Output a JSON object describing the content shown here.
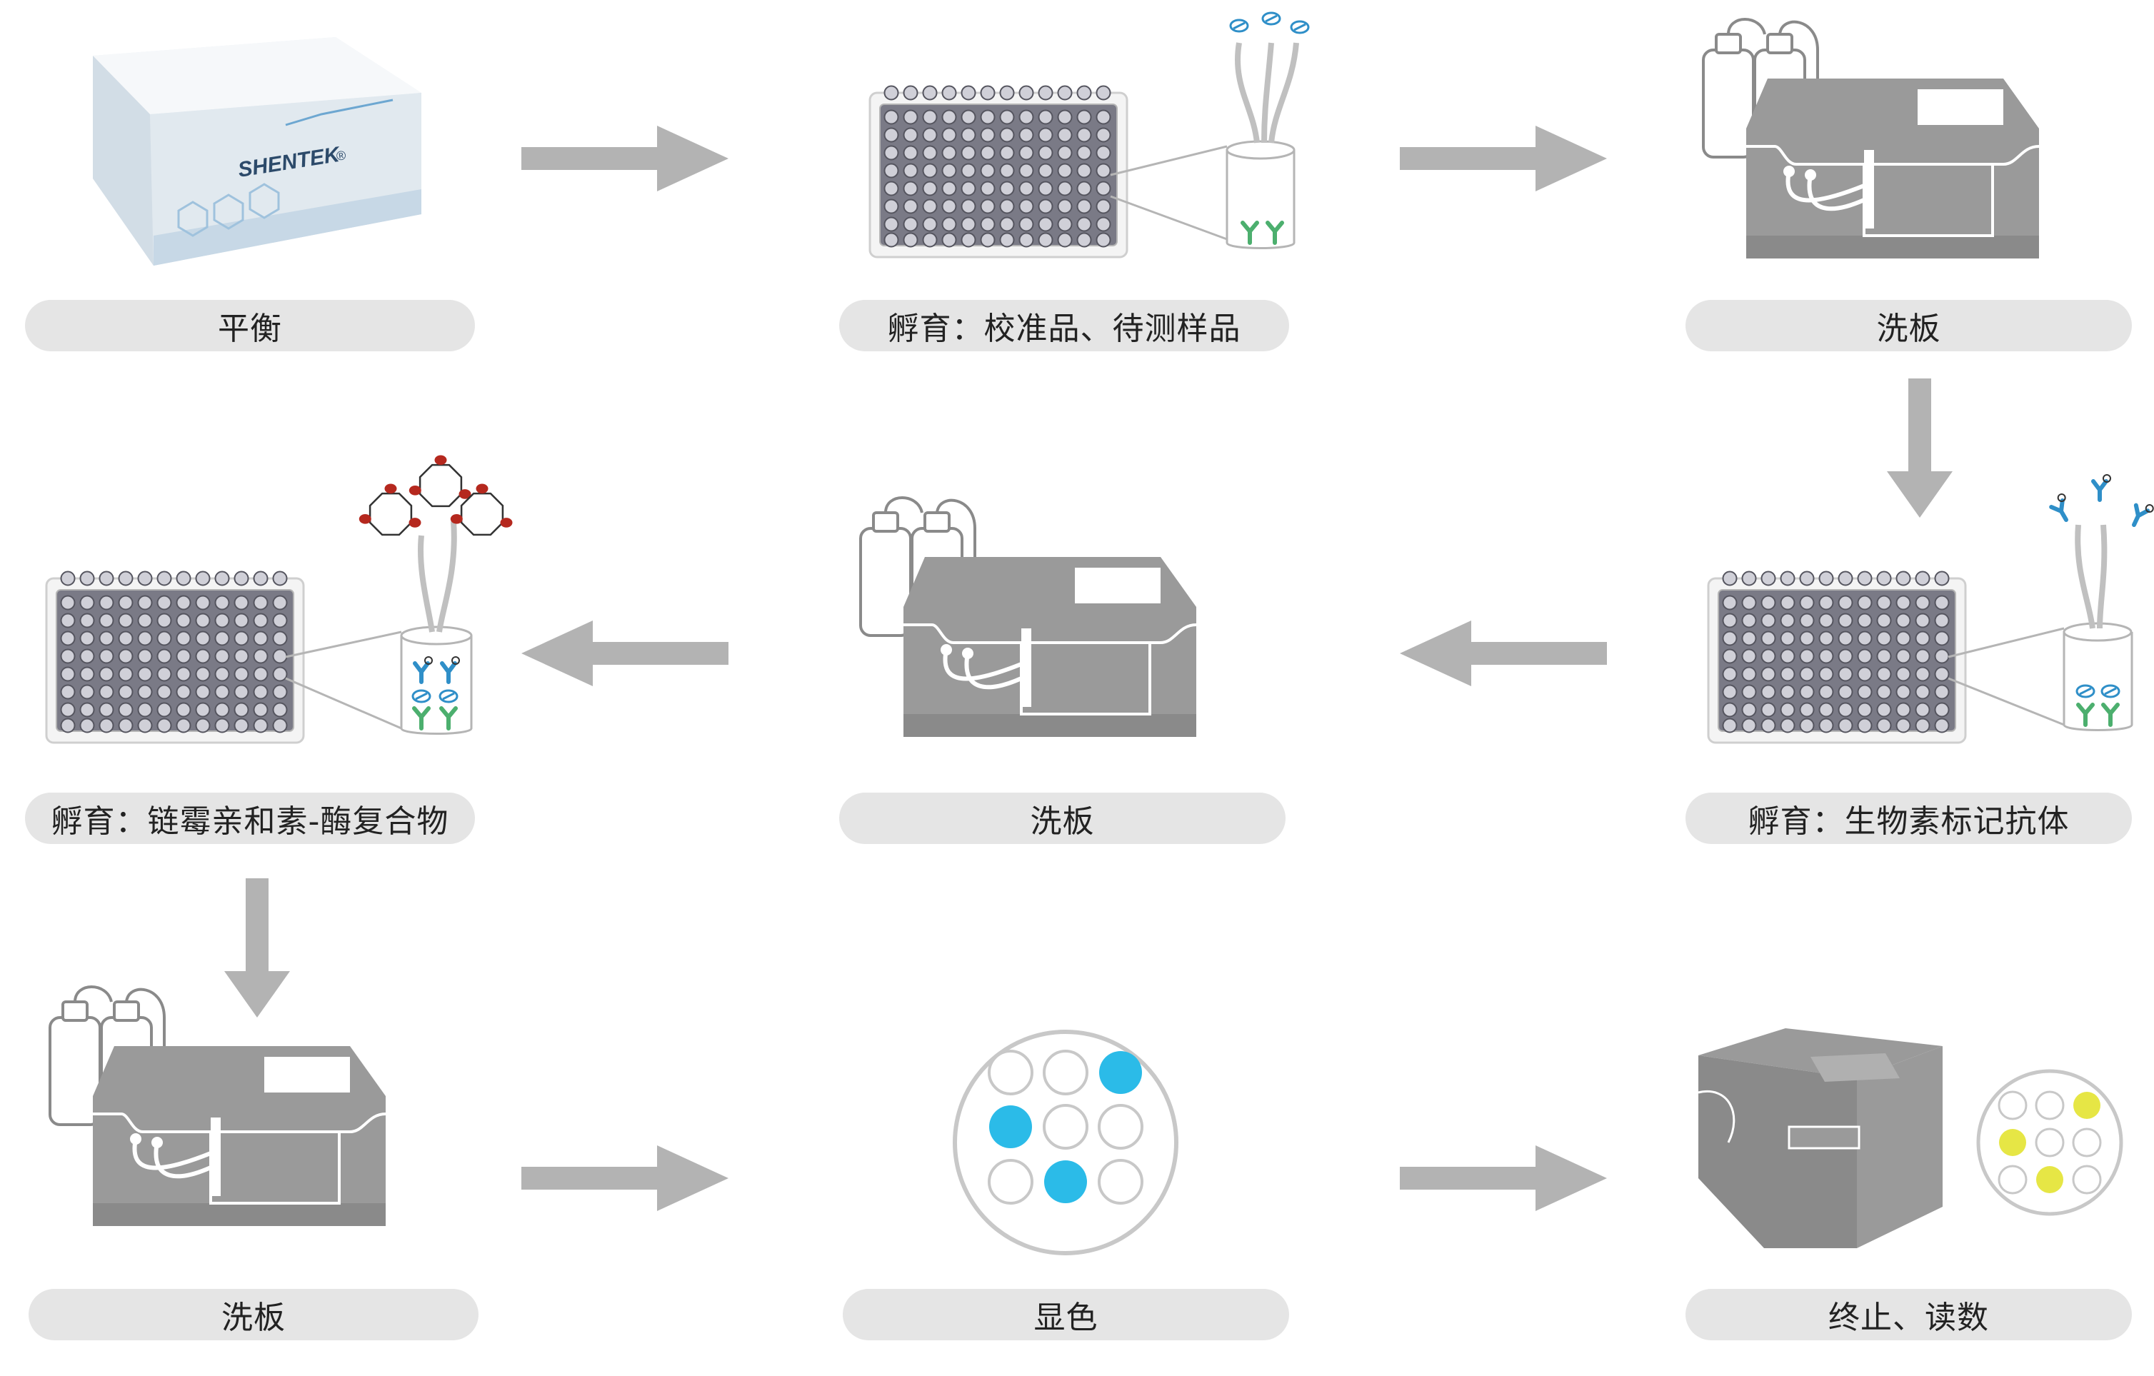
{
  "brand": "SHENTEK",
  "brand_mark": "®",
  "steps": [
    {
      "label": "平衡"
    },
    {
      "label": "孵育：校准品、待测样品"
    },
    {
      "label": "洗板"
    },
    {
      "label": "孵育：链霉亲和素-酶复合物"
    },
    {
      "label": "洗板"
    },
    {
      "label": "孵育：生物素标记抗体"
    },
    {
      "label": "洗板"
    },
    {
      "label": "显色"
    },
    {
      "label": "终止、读数"
    }
  ],
  "colors": {
    "device_gray": "#9a9a9a",
    "device_dark": "#8a8a8a",
    "arrow_gray": "#b3b3b3",
    "label_bg": "#e5e5e5",
    "capture_antibody": "#4caf6e",
    "detection_antibody": "#2f8fc8",
    "enzyme": "#b5281e",
    "substrate_blue": "#2bbbe8",
    "stop_yellow": "#e6e645"
  },
  "icons": [
    "kit-box",
    "microplate",
    "plate-washer",
    "well-plate-closeup",
    "result-wells",
    "plate-reader"
  ]
}
